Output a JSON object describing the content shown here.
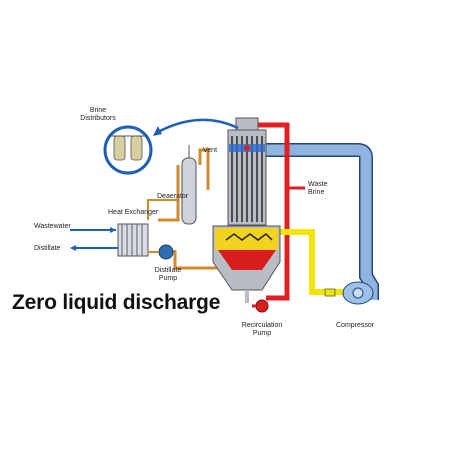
{
  "labels": {
    "brine_distributors": [
      "Brine",
      "Distributors"
    ],
    "vent": "Vent",
    "deaerator": "Deaerator",
    "heat_exchanger": "Heat Exchanger",
    "wastewater": "Wastewater",
    "distillate": "Distillate",
    "distillate_pump": [
      "Distillate",
      "Pump"
    ],
    "waste_brine": [
      "Waste",
      "Brine"
    ],
    "recirculation_pump": [
      "Recirculation",
      "Pump"
    ],
    "compressor": "Compressor"
  },
  "title": "Zero liquid discharge",
  "colors": {
    "brine_loop": "#e02020",
    "vapor_duct": "#8fb4df",
    "steam_line": "#f0e600",
    "distillate_line": "#d28a2e",
    "vessel": "#b8bcc4",
    "sump": "#d91e1e",
    "brine_zone": "#f2d21c",
    "accent_blue": "#1f5fb5"
  }
}
